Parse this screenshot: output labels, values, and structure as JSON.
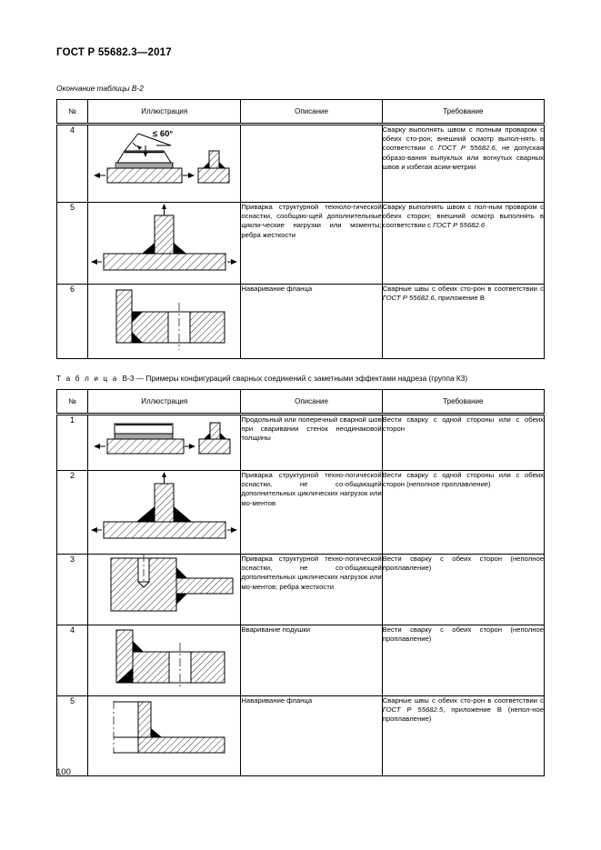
{
  "document": {
    "standard_header": "ГОСТ Р 55682.3—2017",
    "page_number": "100"
  },
  "table_b2": {
    "caption": "Окончание таблицы В-2",
    "columns": [
      "№",
      "Иллюстрация",
      "Описание",
      "Требование"
    ],
    "rows": [
      {
        "num": "4",
        "illustration": "weld-bevel-plate-diagram",
        "illustration_label": "≤ 60°",
        "description": "",
        "requirement_parts": [
          {
            "text": "Сварку выполнять швом с полным проваром с обеих сто-рон; внешний осмотр выпол-нять в соответствии с ",
            "italic": false
          },
          {
            "text": "ГОСТ Р 55682.6",
            "italic": true
          },
          {
            "text": ", не допуская образо-вания выпуклых или вогнутых сварных швов и избегая асим-метрии",
            "italic": false
          }
        ]
      },
      {
        "num": "5",
        "illustration": "tee-joint-fillet-weld-diagram",
        "illustration_label": "",
        "description": "Приварка структурной техноло-гической оснастки, сообщаю-щей дополнительные цикли-ческие нагрузки или моменты; ребра жесткости",
        "requirement_parts": [
          {
            "text": "Сварку выполнять швом с пол-ным проваром с обеих сторон; внешний осмотр выполнять в соответствии с ",
            "italic": false
          },
          {
            "text": "ГОСТ Р 55682.6",
            "italic": true
          }
        ]
      },
      {
        "num": "6",
        "illustration": "flange-buildup-diagram",
        "illustration_label": "",
        "description": "Наваривание фланца",
        "requirement_parts": [
          {
            "text": "Сварные швы с обеих сто-рон в соответствии с ",
            "italic": false
          },
          {
            "text": "ГОСТ Р 55682.6",
            "italic": true
          },
          {
            "text": ", приложение В",
            "italic": false
          }
        ]
      }
    ]
  },
  "table_b3": {
    "caption_label": "Т а б л и ц а",
    "caption_number": "В-3",
    "caption_dash": "—",
    "caption_text": "Примеры конфигураций сварных соединений с заметными эффектами надреза (группа К3)",
    "columns": [
      "№",
      "Иллюстрация",
      "Описание",
      "Требование"
    ],
    "rows": [
      {
        "num": "1",
        "illustration": "pad-plate-weld-diagram",
        "description": "Продольный или поперечный сварной шов при сваривании стенок неодинаковой толщины",
        "requirement_parts": [
          {
            "text": "Вести сварку с одной стороны или с обеих сторон",
            "italic": false
          }
        ]
      },
      {
        "num": "2",
        "illustration": "tee-joint-partial-penetration-diagram",
        "description": "Приварка структурной техно-логической оснастки, не со-общающей дополнительных циклических нагрузок или мо-ментов",
        "requirement_parts": [
          {
            "text": "Вести сварку с одной стороны или с обеих сторон (неполное проплавление)",
            "italic": false
          }
        ]
      },
      {
        "num": "3",
        "illustration": "block-stub-weld-diagram",
        "description": "Приварка структурной техно-логической оснастки, не со-общающей дополнительных циклических нагрузок или мо-ментов; ребра жесткости",
        "requirement_parts": [
          {
            "text": "Вести сварку с обеих сторон (неполное проплавление)",
            "italic": false
          }
        ]
      },
      {
        "num": "4",
        "illustration": "insert-pad-weld-diagram",
        "description": "Вваривание подушки",
        "requirement_parts": [
          {
            "text": "Вести сварку с обеих сторон (неполное проплавление)",
            "italic": false
          }
        ]
      },
      {
        "num": "5",
        "illustration": "flange-buildup-partial-diagram",
        "description": "Наваривание фланца",
        "requirement_parts": [
          {
            "text": "Сварные швы с обеих сто-рон в соответствии с ",
            "italic": false
          },
          {
            "text": "ГОСТ Р 55682.5",
            "italic": true
          },
          {
            "text": ", приложение В (непол-ное проплавление)",
            "italic": false
          }
        ]
      }
    ]
  }
}
